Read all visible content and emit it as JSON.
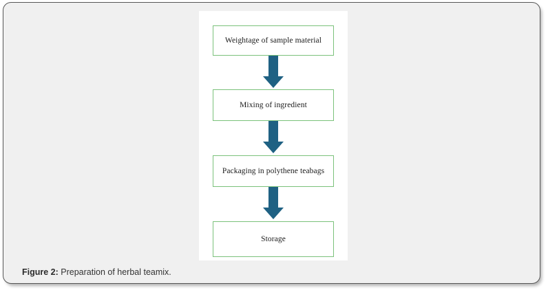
{
  "figure": {
    "caption_prefix": "Figure 2:",
    "caption_text": " Preparation of herbal teamix."
  },
  "colors": {
    "box_border": "#7ac17a",
    "arrow": "#1f6183",
    "panel_background": "#ffffff",
    "card_background": "#f0f0f0",
    "card_border": "#555555",
    "caption_color": "#333333"
  },
  "flowchart": {
    "type": "flowchart",
    "orientation": "vertical",
    "steps": [
      {
        "label": "Weightage of sample material"
      },
      {
        "label": "Mixing of ingredient"
      },
      {
        "label": "Packaging in polythene teabags"
      },
      {
        "label": "Storage"
      }
    ],
    "connectors": [
      {
        "icon": "arrow-down-icon",
        "from": "Weightage of sample material",
        "to": "Mixing of ingredient"
      },
      {
        "icon": "arrow-down-icon",
        "from": "Mixing of ingredient",
        "to": "Packaging in polythene teabags"
      },
      {
        "icon": "arrow-down-icon",
        "from": "Packaging in polythene teabags",
        "to": "Storage"
      }
    ]
  }
}
